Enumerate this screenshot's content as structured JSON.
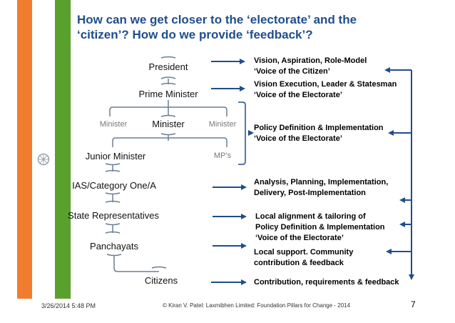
{
  "title": {
    "line1": "How can we get closer to the ‘electorate’ and the",
    "line2": "‘citizen’?  How do we provide ‘feedback’?"
  },
  "nodes": {
    "president": "President",
    "prime_minister": "Prime Minister",
    "minister_left": "Minister",
    "minister": "Minister",
    "minister_right": "Minister",
    "junior_minister": "Junior Minister",
    "mps": "MP’s",
    "ias": "IAS/Category One/A",
    "state_reps": "State Representatives",
    "panchayats": "Panchayats",
    "citizens": "Citizens"
  },
  "descriptions": {
    "d1": [
      "Vision, Aspiration, Role-Model",
      "‘Voice of the Citizen’"
    ],
    "d2": [
      "Vision Execution, Leader & Statesman",
      "‘Voice of the Electorate’"
    ],
    "d3": [
      "Policy Definition & Implementation",
      "‘Voice of the Electorate’"
    ],
    "d4": [
      "Analysis, Planning, Implementation,",
      "Delivery, Post-Implementation"
    ],
    "d5": [
      "Local alignment & tailoring of",
      "Policy Definition & Implementation",
      "‘Voice of the Electorate’"
    ],
    "d6": [
      "Local support.  Community",
      "contribution & feedback"
    ],
    "d7": [
      "Contribution, requirements & feedback"
    ]
  },
  "footer": {
    "date": "3/26/2014 5:48 PM",
    "copyright": "© Kiran V. Patel: Laxmibhen Limited: Foundation Pillars for Change - 2014",
    "slide_number": "7"
  },
  "colors": {
    "title": "#1f4e8c",
    "arrow": "#1f4e8c",
    "orange": "#ef7d2d",
    "green": "#5aa02c",
    "tree_line": "#6b7f94"
  }
}
